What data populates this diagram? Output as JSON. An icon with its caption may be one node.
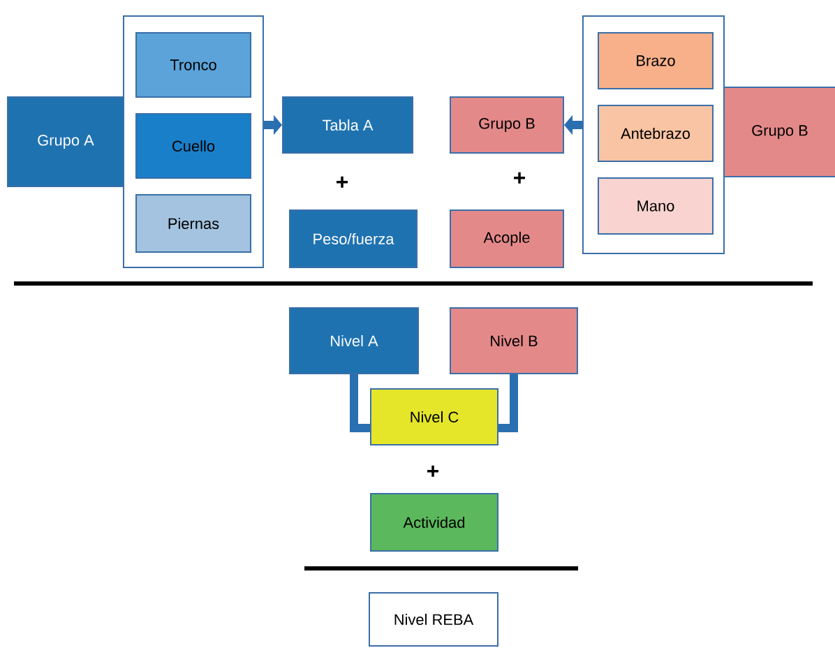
{
  "diagram": {
    "nodes": [
      {
        "text": [
          "Grupo A"
        ]
      },
      {
        "text": [],
        "shape": "box"
      },
      {
        "text": [
          "Tronco"
        ],
        "in": 1
      },
      {
        "text": [
          "Cuello"
        ],
        "in": 1
      },
      {
        "text": [
          "Piernas"
        ],
        "in": 1
      },
      {
        "text": [
          "Tabla A"
        ]
      },
      {
        "text": [
          "Peso/fuerza"
        ]
      },
      {
        "text": [
          "Grupo B"
        ]
      },
      {
        "text": [
          "Acople"
        ]
      },
      {
        "text": [],
        "shape": "box"
      },
      {
        "text": [
          "Brazo"
        ],
        "in": 9
      },
      {
        "text": [
          "Antebrazo"
        ],
        "in": 9
      },
      {
        "text": [
          "Mano"
        ],
        "in": 9
      },
      {
        "text": [
          "Grupo B"
        ]
      },
      {
        "text": [
          "Nivel A"
        ]
      },
      {
        "text": [
          "Nivel B"
        ]
      },
      {
        "text": [
          "Nivel C"
        ]
      },
      {
        "text": [
          "Actividad"
        ]
      },
      {
        "text": [
          "Nivel REBA"
        ]
      }
    ],
    "edges": [
      {
        "from": 1,
        "to": 5,
        "arrow": "to"
      },
      {
        "from": 9,
        "to": 7,
        "arrow": "to"
      },
      {
        "from": 14,
        "to": 16,
        "arrow": "none"
      },
      {
        "from": 15,
        "to": 16,
        "arrow": "none"
      }
    ],
    "labels": [
      "+",
      "+",
      "+"
    ]
  }
}
